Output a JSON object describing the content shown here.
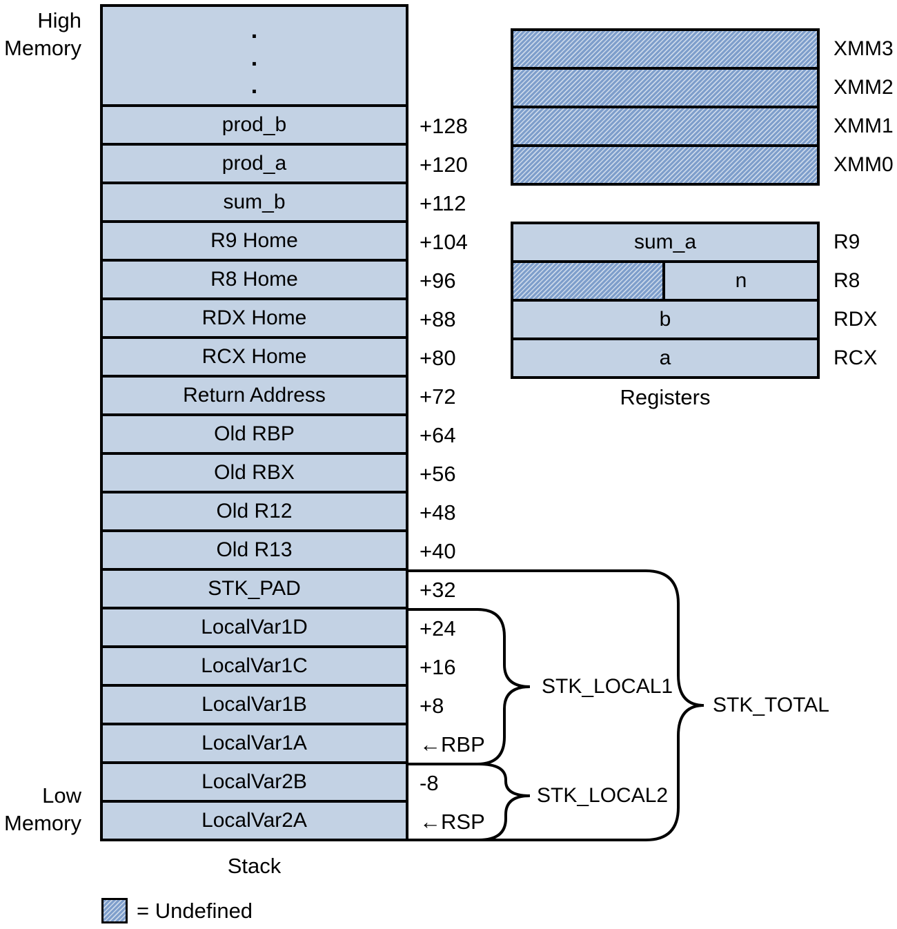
{
  "memory_labels": {
    "high": "High\nMemory",
    "low": "Low\nMemory"
  },
  "stack": {
    "caption": "Stack",
    "ellipsis": ".\n.\n.",
    "rows": [
      {
        "label": "prod_b",
        "offset": "+128"
      },
      {
        "label": "prod_a",
        "offset": "+120"
      },
      {
        "label": "sum_b",
        "offset": "+112"
      },
      {
        "label": "R9 Home",
        "offset": "+104"
      },
      {
        "label": "R8 Home",
        "offset": "+96"
      },
      {
        "label": "RDX Home",
        "offset": "+88"
      },
      {
        "label": "RCX Home",
        "offset": "+80"
      },
      {
        "label": "Return Address",
        "offset": "+72"
      },
      {
        "label": "Old RBP",
        "offset": "+64"
      },
      {
        "label": "Old RBX",
        "offset": "+56"
      },
      {
        "label": "Old R12",
        "offset": "+48"
      },
      {
        "label": "Old R13",
        "offset": "+40"
      },
      {
        "label": "STK_PAD",
        "offset": "+32"
      },
      {
        "label": "LocalVar1D",
        "offset": "+24"
      },
      {
        "label": "LocalVar1C",
        "offset": "+16"
      },
      {
        "label": "LocalVar1B",
        "offset": "+8"
      },
      {
        "label": "LocalVar1A",
        "offset": "←RBP"
      },
      {
        "label": "LocalVar2B",
        "offset": "-8"
      },
      {
        "label": "LocalVar2A",
        "offset": "←RSP"
      }
    ]
  },
  "xmm_registers": {
    "labels": [
      "XMM3",
      "XMM2",
      "XMM1",
      "XMM0"
    ]
  },
  "cpu_registers": {
    "caption": "Registers",
    "rows": [
      {
        "value": "sum_a",
        "name": "R9"
      },
      {
        "value": "n",
        "name": "R8"
      },
      {
        "value": "b",
        "name": "RDX"
      },
      {
        "value": "a",
        "name": "RCX"
      }
    ]
  },
  "braces": {
    "stk_local1": "STK_LOCAL1",
    "stk_local2": "STK_LOCAL2",
    "stk_total": "STK_TOTAL"
  },
  "legend": {
    "text": "= Undefined"
  },
  "colors": {
    "cell_fill": "#c3d2e4",
    "hatch_dark": "#7e9ecb",
    "hatch_light": "#ccd9ea",
    "line": "#000000"
  }
}
